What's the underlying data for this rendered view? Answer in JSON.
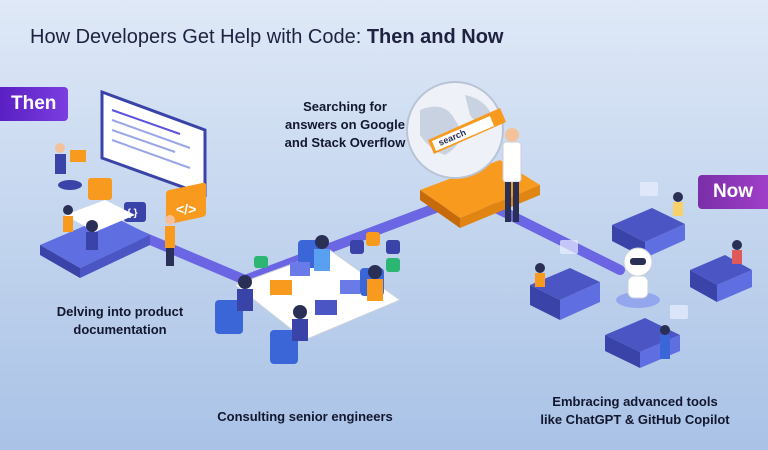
{
  "header": {
    "title_prefix": "How Developers Get Help with Code: ",
    "title_emphasis": "Then and Now"
  },
  "tags": {
    "then": "Then",
    "now": "Now"
  },
  "captions": {
    "documentation": [
      "Delving into product",
      "documentation"
    ],
    "search": [
      "Searching for",
      "answers on Google",
      "and Stack Overflow"
    ],
    "engineers": "Consulting senior engineers",
    "ai_tools": [
      "Embracing advanced tools",
      "like ChatGPT & GitHub Copilot"
    ]
  },
  "illustration": {
    "search_bar_text": "search",
    "code_glyph": "</>",
    "braces_glyph": "{ }"
  },
  "colors": {
    "brand_purple": "#5a1fc2",
    "now_purple": "#9a3cc6",
    "accent_orange": "#f79a1e",
    "connector": "#5c52e0",
    "platform_blue": "#5f6ee0"
  }
}
